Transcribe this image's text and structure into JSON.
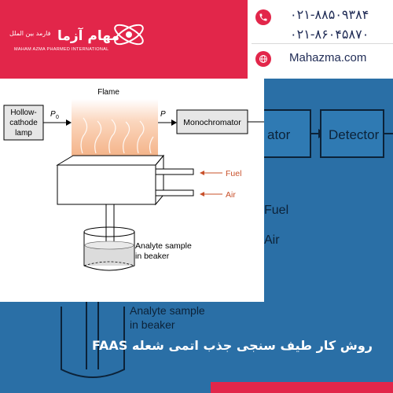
{
  "brand": {
    "name_fa": "مهام آزما",
    "tagline_fa": "فارمد بین الملل",
    "name_en": "MAHAM AZMA PHARMED INTERNATIONAL"
  },
  "contact": {
    "phone_1": "۰۲۱-۸۸۵۰۹۳۸۴",
    "phone_2": "۰۲۱-۸۶۰۴۵۸۷۰",
    "website": "Mahazma.com",
    "phone_icon": "phone-icon",
    "web_icon": "globe-icon"
  },
  "diagram": {
    "lamp_label_1": "Hollow-",
    "lamp_label_2": "cathode",
    "lamp_label_3": "lamp",
    "p0_label": "P",
    "p0_sub": "0",
    "p_label": "P",
    "flame_label": "Flame",
    "mono_label": "Monochromator",
    "fuel_label": "Fuel",
    "air_label": "Air",
    "sample_label_1": "Analyte sample",
    "sample_label_2": "in beaker"
  },
  "background_diagram": {
    "mono_fragment": "ator",
    "detector_label": "Detector",
    "fuel_label": "Fuel",
    "air_label": "Air",
    "sample_label_1": "Analyte sample",
    "sample_label_2": "in beaker"
  },
  "footer": {
    "title_fa": "روش کار طیف سنجی جذب اتمی شعله FAAS"
  },
  "colors": {
    "brand_red": "#e2264a",
    "brand_blue": "#2a6fa6",
    "navy_text": "#1f2b55",
    "fuel_air_orange": "#c8502a",
    "flame_orange": "#f4b48a"
  }
}
